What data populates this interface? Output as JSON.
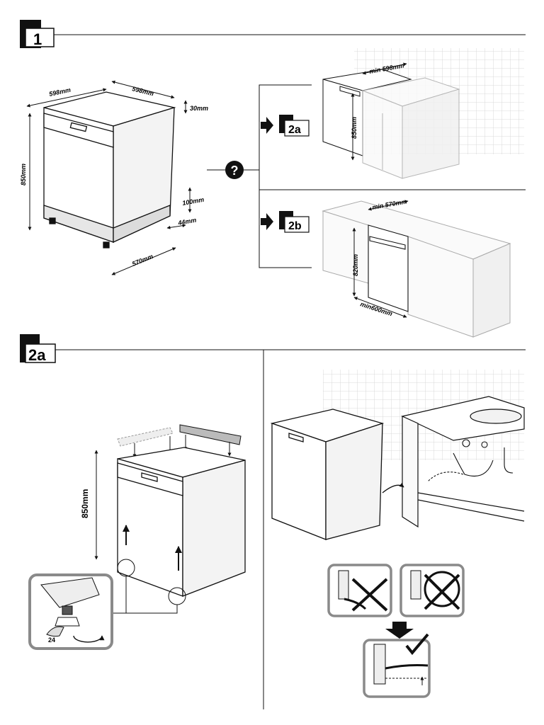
{
  "section1": {
    "step_label": "1"
  },
  "section2a": {
    "step_label": "2a"
  },
  "dims": {
    "width_left": "598mm",
    "width_top": "598mm",
    "height": "850mm",
    "top_thickness": "30mm",
    "plinth_height": "100mm",
    "plinth_depth": "44mm",
    "depth": "570mm"
  },
  "question": {
    "icon": "question-icon",
    "glyph": "?"
  },
  "option2a": {
    "label": "2a",
    "min_depth": "min 598mm",
    "height": "850mm"
  },
  "option2b": {
    "label": "2b",
    "min_depth": "min 570mm",
    "height": "820mm",
    "min_width": "min600mm"
  },
  "install": {
    "height": "850mm",
    "wrench_size": "24"
  },
  "hose_check": {
    "wrong1": "cross-icon",
    "wrong2": "cross-icon",
    "right": "check-icon"
  },
  "colors": {
    "line": "#111111",
    "gray_frame": "#8a8a8a",
    "tile": "#cfcfcf"
  }
}
